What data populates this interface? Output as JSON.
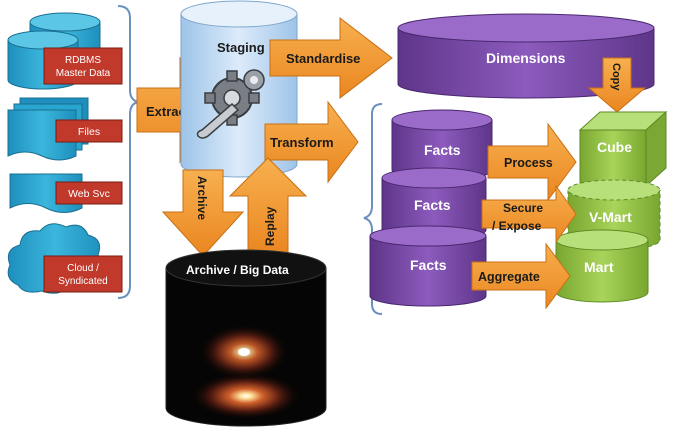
{
  "sources": {
    "rdbms": "RDBMS\nMaster Data",
    "files": "Files",
    "websvc": "Web Svc",
    "cloud": "Cloud /\nSyndicated"
  },
  "staging": "Staging",
  "archive": "Archive / Big Data",
  "dimensions": "Dimensions",
  "facts": [
    "Facts",
    "Facts",
    "Facts"
  ],
  "targets": {
    "cube": "Cube",
    "vmart": "V-Mart",
    "mart": "Mart"
  },
  "arrows": {
    "extract": "Extract",
    "standardise": "Standardise",
    "transform": "Transform",
    "archive": "Archive",
    "replay": "Replay",
    "copy": "Copy",
    "process": "Process",
    "secure": "Secure\n/ Expose",
    "aggregate": "Aggregate"
  },
  "icons": {
    "staging": "gears-wrench-icon",
    "archive": "galaxy-image"
  },
  "colors": {
    "source_blue": "#29a6cf",
    "tag_red": "#c0392b",
    "arrow_orange": "#f39a33",
    "purple": "#7a4ba8",
    "green": "#8fbf3f",
    "staging_blue": "#bcd7f0",
    "bracket": "#6b90bd"
  }
}
